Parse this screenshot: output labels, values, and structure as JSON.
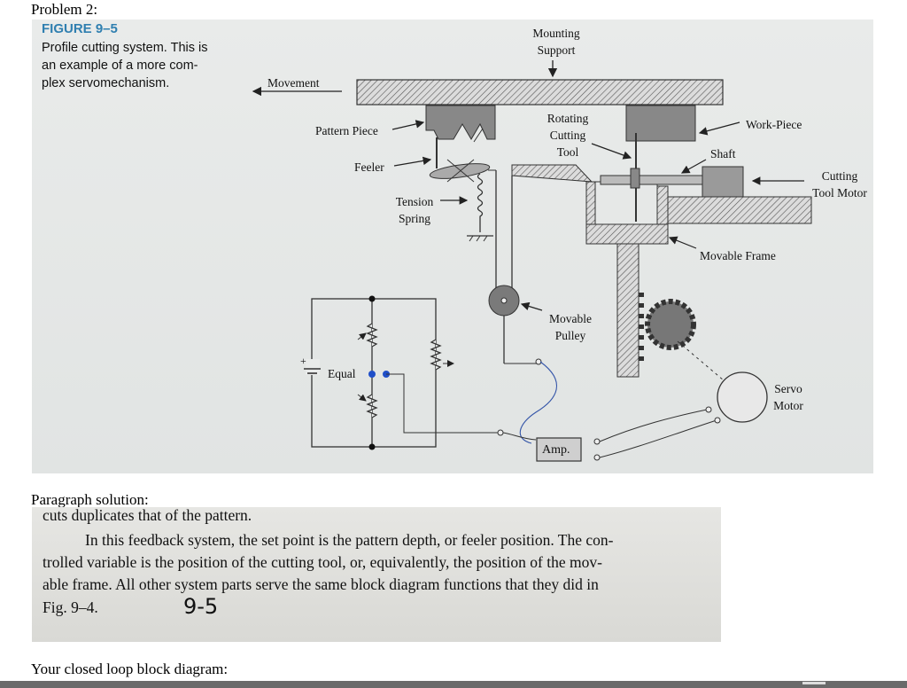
{
  "headings": {
    "problem": "Problem 2:",
    "paragraph_solution": "Paragraph solution:",
    "block_diagram": "Your closed loop block diagram:"
  },
  "figure": {
    "number": "FIGURE 9–5",
    "caption_lines": [
      "Profile cutting system. This is",
      "an example of a more com-",
      "plex servomechanism."
    ]
  },
  "diagram_labels": {
    "mounting_support": [
      "Mounting",
      "Support"
    ],
    "movement": "Movement",
    "pattern_piece": "Pattern Piece",
    "rotating_cutting_tool": [
      "Rotating",
      "Cutting",
      "Tool"
    ],
    "work_piece": "Work-Piece",
    "shaft": "Shaft",
    "feeler": "Feeler",
    "cutting_tool_motor": [
      "Cutting",
      "Tool Motor"
    ],
    "tension_spring": [
      "Tension",
      "Spring"
    ],
    "movable_frame": "Movable Frame",
    "movable_pulley": [
      "Movable",
      "Pulley"
    ],
    "equal": "Equal",
    "plus": "+",
    "servo_motor": [
      "Servo",
      "Motor"
    ],
    "amp": "Amp."
  },
  "paragraph": {
    "lines": [
      "cuts duplicates that of the pattern.",
      "In this feedback system, the set point is the pattern depth, or feeler position. The con-",
      "trolled variable is the position of the cutting tool, or, equivalently, the position of the mov-",
      "able frame. All other system parts serve the same block diagram functions that they did in",
      "Fig. 9–4."
    ],
    "handwritten": "9-5"
  },
  "colors": {
    "figure_title": "#2f7fb0",
    "dot_blue": "#1f4fc8",
    "background_dark": "#000000"
  }
}
